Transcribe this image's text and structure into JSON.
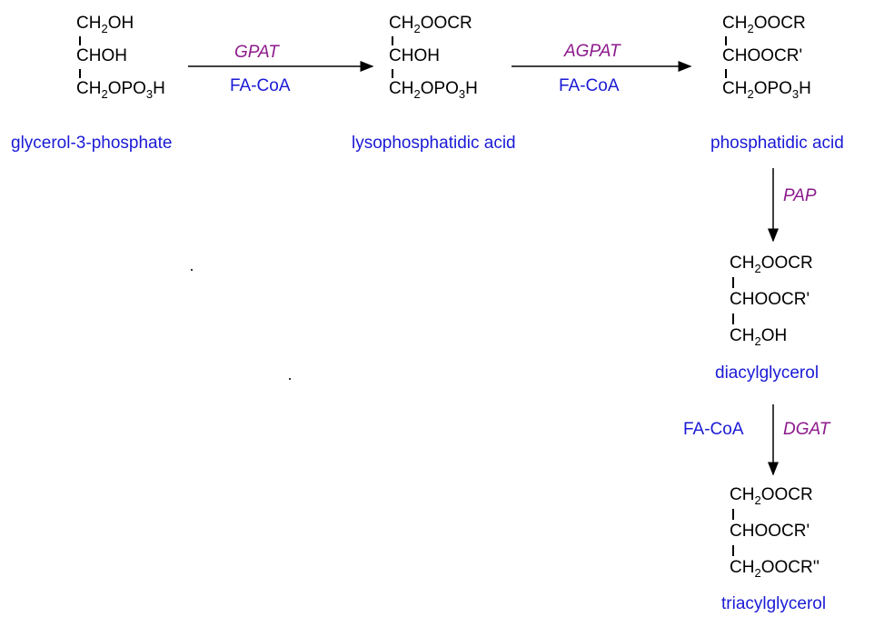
{
  "molecules": {
    "g3p": {
      "name": "glycerol-3-phosphate",
      "r1": {
        "pre": "CH",
        "sub": "2",
        "post": "OH"
      },
      "r2": {
        "pre": "CHOH",
        "sub": "",
        "post": ""
      },
      "r3": {
        "pre": "CH",
        "sub": "2",
        "post": "OPO",
        "sub2": "3",
        "post2": "H"
      }
    },
    "lpa": {
      "name": "lysophosphatidic acid",
      "r1": {
        "pre": "CH",
        "sub": "2",
        "post": "OOCR"
      },
      "r2": {
        "pre": "CHOH"
      },
      "r3": {
        "pre": "CH",
        "sub": "2",
        "post": "OPO",
        "sub2": "3",
        "post2": "H"
      }
    },
    "pa": {
      "name": "phosphatidic acid",
      "r1": {
        "pre": "CH",
        "sub": "2",
        "post": "OOCR"
      },
      "r2": {
        "pre": "CHOOCR'"
      },
      "r3": {
        "pre": "CH",
        "sub": "2",
        "post": "OPO",
        "sub2": "3",
        "post2": "H"
      }
    },
    "dag": {
      "name": "diacylglycerol",
      "r1": {
        "pre": "CH",
        "sub": "2",
        "post": "OOCR"
      },
      "r2": {
        "pre": "CHOOCR'"
      },
      "r3": {
        "pre": "CH",
        "sub": "2",
        "post": "OH"
      }
    },
    "tag": {
      "name": "triacylglycerol",
      "r1": {
        "pre": "CH",
        "sub": "2",
        "post": "OOCR"
      },
      "r2": {
        "pre": "CHOOCR'"
      },
      "r3": {
        "pre": "CH",
        "sub": "2",
        "post": "OOCR''"
      }
    }
  },
  "steps": {
    "gpat": {
      "enzyme": "GPAT",
      "cofactor": "FA-CoA"
    },
    "agpat": {
      "enzyme": "AGPAT",
      "cofactor": "FA-CoA"
    },
    "pap": {
      "enzyme": "PAP"
    },
    "dgat": {
      "enzyme": "DGAT",
      "cofactor": "FA-CoA"
    }
  },
  "colors": {
    "name": "#1a1ad6",
    "enzyme": "#8c1a8c",
    "structure": "#000000"
  }
}
